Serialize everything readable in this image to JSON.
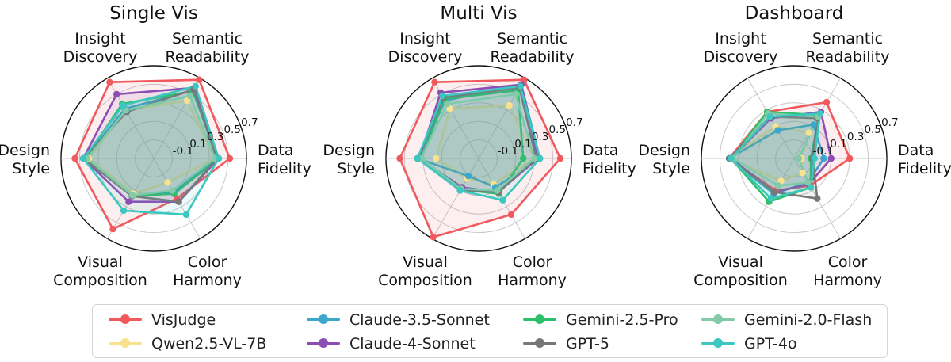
{
  "chart_data": [
    {
      "type": "radar",
      "title": "Single Vis",
      "axes": [
        "Data\nFidelity",
        "Semantic\nReadability",
        "Insight\nDiscovery",
        "Design\nStyle",
        "Visual\nComposition",
        "Color\nHarmony"
      ],
      "ticks": [
        -0.1,
        0.1,
        0.3,
        0.5,
        0.7
      ],
      "tick_labels": [
        "-0.1",
        "0.1",
        "0.3",
        "0.5",
        "0.7"
      ],
      "rlim": [
        -0.3,
        0.7
      ],
      "series": [
        {
          "name": "VisJudge",
          "values": [
            0.52,
            0.68,
            0.65,
            0.55,
            0.58,
            0.2
          ]
        },
        {
          "name": "Qwen2.5-VL-7B",
          "values": [
            0.36,
            0.42,
            0.3,
            0.4,
            0.14,
            0.0
          ]
        },
        {
          "name": "Claude-3.5-Sonnet",
          "values": [
            0.38,
            0.55,
            0.32,
            0.44,
            0.16,
            0.12
          ]
        },
        {
          "name": "Claude-4-Sonnet",
          "values": [
            0.4,
            0.58,
            0.5,
            0.46,
            0.24,
            0.24
          ]
        },
        {
          "name": "Gemini-2.5-Pro",
          "values": [
            0.4,
            0.54,
            0.38,
            0.44,
            0.17,
            0.14
          ]
        },
        {
          "name": "GPT-5",
          "values": [
            0.38,
            0.56,
            0.28,
            0.46,
            0.17,
            0.24
          ]
        },
        {
          "name": "Gemini-2.0-Flash",
          "values": [
            0.36,
            0.48,
            0.3,
            0.42,
            0.16,
            0.1
          ]
        },
        {
          "name": "GPT-4o",
          "values": [
            0.4,
            0.6,
            0.36,
            0.46,
            0.35,
            0.4
          ]
        }
      ]
    },
    {
      "type": "radar",
      "title": "Multi Vis",
      "axes": [
        "Data\nFidelity",
        "Semantic\nReadability",
        "Insight\nDiscovery",
        "Design\nStyle",
        "Visual\nComposition",
        "Color\nHarmony"
      ],
      "ticks": [
        -0.1,
        0.1,
        0.3,
        0.5,
        0.7
      ],
      "tick_labels": [
        "-0.1",
        "0.1",
        "0.3",
        "0.5",
        "0.7"
      ],
      "rlim": [
        -0.3,
        0.7
      ],
      "series": [
        {
          "name": "VisJudge",
          "values": [
            0.58,
            0.68,
            0.65,
            0.55,
            0.68,
            0.4
          ]
        },
        {
          "name": "Qwen2.5-VL-7B",
          "values": [
            0.3,
            0.36,
            0.32,
            0.16,
            -0.05,
            0.02
          ]
        },
        {
          "name": "Claude-3.5-Sonnet",
          "values": [
            0.36,
            0.62,
            0.42,
            0.36,
            -0.08,
            0.06
          ]
        },
        {
          "name": "Claude-4-Sonnet",
          "values": [
            0.34,
            0.62,
            0.52,
            0.34,
            0.06,
            0.12
          ]
        },
        {
          "name": "Gemini-2.5-Pro",
          "values": [
            0.18,
            0.55,
            0.44,
            0.32,
            0.09,
            0.14
          ]
        },
        {
          "name": "GPT-5",
          "values": [
            0.32,
            0.58,
            0.46,
            0.36,
            0.1,
            0.12
          ]
        },
        {
          "name": "Gemini-2.0-Flash",
          "values": [
            0.3,
            0.5,
            0.38,
            0.32,
            0.08,
            0.1
          ]
        },
        {
          "name": "GPT-4o",
          "values": [
            0.36,
            0.6,
            0.48,
            0.36,
            0.1,
            0.22
          ]
        }
      ]
    },
    {
      "type": "radar",
      "title": "Dashboard",
      "axes": [
        "Data\nFidelity",
        "Semantic\nReadability",
        "Insight\nDiscovery",
        "Design\nStyle",
        "Visual\nComposition",
        "Color\nHarmony"
      ],
      "ticks": [
        -0.1,
        0.1,
        0.3,
        0.5,
        0.7
      ],
      "tick_labels": [
        "-0.1",
        "0.1",
        "0.3",
        "0.5",
        "0.7"
      ],
      "rlim": [
        -0.3,
        0.7
      ],
      "series": [
        {
          "name": "VisJudge",
          "values": [
            0.3,
            0.4,
            0.28,
            0.4,
            0.1,
            0.04
          ]
        },
        {
          "name": "Qwen2.5-VL-7B",
          "values": [
            -0.22,
            0.02,
            0.1,
            0.4,
            -0.02,
            -0.12
          ]
        },
        {
          "name": "Claude-3.5-Sonnet",
          "values": [
            0.02,
            0.12,
            0.05,
            0.4,
            0.14,
            0.0
          ]
        },
        {
          "name": "Claude-4-Sonnet",
          "values": [
            0.1,
            0.28,
            0.2,
            0.38,
            0.12,
            0.02
          ]
        },
        {
          "name": "Gemini-2.5-Pro",
          "values": [
            -0.12,
            0.24,
            0.28,
            0.38,
            0.24,
            0.06
          ]
        },
        {
          "name": "GPT-5",
          "values": [
            -0.1,
            0.2,
            0.22,
            0.4,
            0.12,
            0.2
          ]
        },
        {
          "name": "Gemini-2.0-Flash",
          "values": [
            -0.25,
            0.22,
            0.26,
            0.36,
            0.04,
            0.0
          ]
        },
        {
          "name": "GPT-4o",
          "values": [
            -0.08,
            0.26,
            0.22,
            0.38,
            0.2,
            0.06
          ]
        }
      ]
    }
  ],
  "legend": {
    "items": [
      {
        "name": "VisJudge",
        "color": "#F05A5E"
      },
      {
        "name": "Claude-3.5-Sonnet",
        "color": "#3BA7CC"
      },
      {
        "name": "Gemini-2.5-Pro",
        "color": "#2DC06A"
      },
      {
        "name": "Gemini-2.0-Flash",
        "color": "#83CBA8"
      },
      {
        "name": "Qwen2.5-VL-7B",
        "color": "#F9E28F"
      },
      {
        "name": "Claude-4-Sonnet",
        "color": "#8C4DB4"
      },
      {
        "name": "GPT-5",
        "color": "#777777"
      },
      {
        "name": "GPT-4o",
        "color": "#3CC7C0"
      }
    ]
  },
  "series_colors": {
    "VisJudge": "#F05A5E",
    "Qwen2.5-VL-7B": "#F9E28F",
    "Claude-3.5-Sonnet": "#3BA7CC",
    "Claude-4-Sonnet": "#8C4DB4",
    "Gemini-2.5-Pro": "#2DC06A",
    "GPT-5": "#777777",
    "Gemini-2.0-Flash": "#83CBA8",
    "GPT-4o": "#3CC7C0"
  }
}
